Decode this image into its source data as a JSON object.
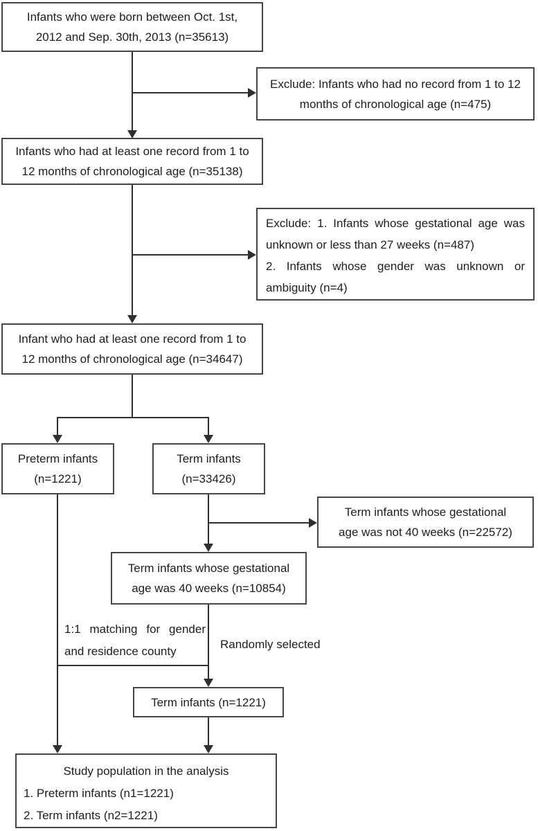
{
  "colors": {
    "box_border": "#454545",
    "line": "#2f2f2f",
    "text": "#1d1d1d",
    "background": "#ffffff"
  },
  "flowchart": {
    "boxes": {
      "born": {
        "text": "Infants who were born between Oct. 1st,\n2012 and Sep. 30th, 2013 (n=35613)"
      },
      "exclude_no_record": {
        "text": "Exclude: Infants who had no record from 1 to 12\nmonths of chronological age (n=475)"
      },
      "at_least_one_record": {
        "text": "Infants who had at least one record from 1 to\n12 months of chronological age (n=35138)"
      },
      "exclude_ga_gender": {
        "items": [
          "Exclude: 1. Infants whose gestational age was unknown or less than 27 weeks (n=487)",
          "2. Infants whose gender was unknown or ambiguity (n=4)"
        ]
      },
      "eligible": {
        "text": "Infant who had at least one record from 1 to\n12 months of chronological age (n=34647)"
      },
      "preterm": {
        "text": "Preterm infants\n(n=1221)"
      },
      "term": {
        "text": "Term infants\n(n=33426)"
      },
      "exclude_not_40w": {
        "text": "Term infants whose gestational\nage was not 40 weeks (n=22572)"
      },
      "term_40w": {
        "text": "Term infants whose gestational\nage was 40 weeks (n=10854)"
      },
      "term_matched": {
        "text": "Term infants (n=1221)"
      },
      "study_population": {
        "title": "Study population in the analysis",
        "items": [
          "1. Preterm infants (n1=1221)",
          "2. Term infants (n2=1221)"
        ]
      }
    },
    "edge_labels": {
      "matching": "1:1 matching for gender and residence county",
      "randomly_selected": "Randomly selected"
    }
  }
}
